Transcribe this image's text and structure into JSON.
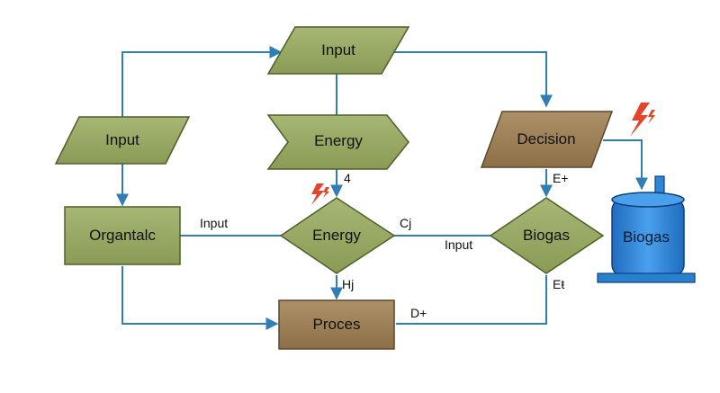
{
  "colors": {
    "green_fill": "#93a45e",
    "green_stroke": "#4f5e2a",
    "brown_fill": "#9b7f55",
    "brown_stroke": "#5c472a",
    "arrow": "#2f7fb5",
    "tank_fill": "#2e86d8",
    "lightning": "#e2452b"
  },
  "nodes": {
    "input_top": "Input",
    "input_left": "Input",
    "energy_top": "Energy",
    "decision": "Decision",
    "organtalc": "Organtalc",
    "energy_diamond": "Energy",
    "biogas_diamond": "Biogas",
    "proces": "Proces",
    "biogas_tank": "Biogas"
  },
  "edge_labels": {
    "num_4": "4",
    "input_left_edge": "Input",
    "c_j": "Cj",
    "input_right_edge": "Input",
    "e_plus": "E+",
    "h_j": "Hj",
    "d_plus": "D+",
    "e_t": "Eŧ"
  },
  "icons": [
    "lightning-icon",
    "arrow-icon",
    "tank-icon"
  ]
}
